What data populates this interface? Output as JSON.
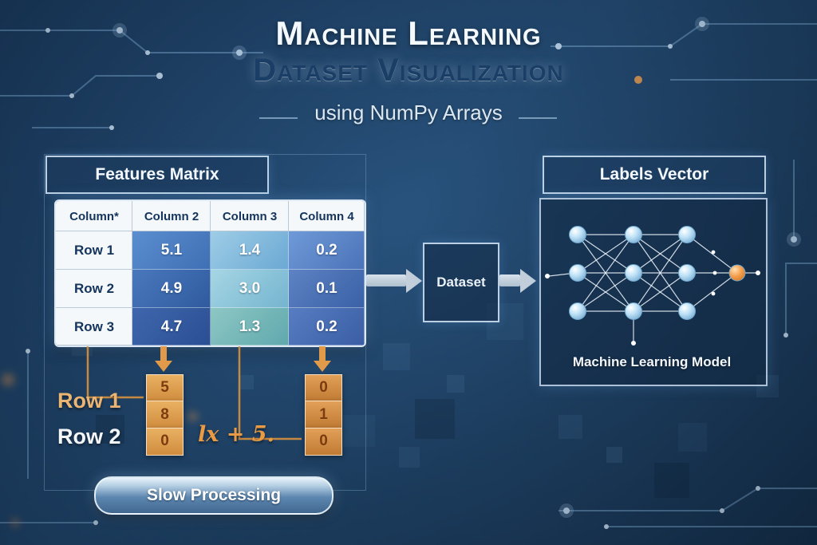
{
  "title": {
    "line1": "Machine Learning",
    "line2": "Dataset Visualization",
    "subtitle": "using NumPy Arrays"
  },
  "features_panel": {
    "header": "Features Matrix",
    "table": {
      "columns": [
        "Column*",
        "Column 2",
        "Column 3",
        "Column 4"
      ],
      "rows": [
        {
          "label": "Row 1",
          "values": [
            "5.1",
            "1.4",
            "0.2"
          ]
        },
        {
          "label": "Row 2",
          "values": [
            "4.9",
            "3.0",
            "0.1"
          ]
        },
        {
          "label": "Row 3",
          "values": [
            "4.7",
            "1.3",
            "0.2"
          ]
        }
      ]
    }
  },
  "dataset_box": {
    "label": "Dataset"
  },
  "labels_panel": {
    "header": "Labels Vector",
    "caption": "Machine Learning Model"
  },
  "vectors": {
    "row1_label": "Row 1",
    "row2_label": "Row 2",
    "left_column": [
      "5",
      "8",
      "0"
    ],
    "right_column": [
      "0",
      "1",
      "0"
    ],
    "formula": "lx + 5."
  },
  "button": {
    "label": "Slow Processing"
  },
  "colors": {
    "background": "#1d3f63",
    "accent_orange": "#e09a4c",
    "accent_blue": "#8fc2ea",
    "panel_border": "#d5e6f5"
  }
}
